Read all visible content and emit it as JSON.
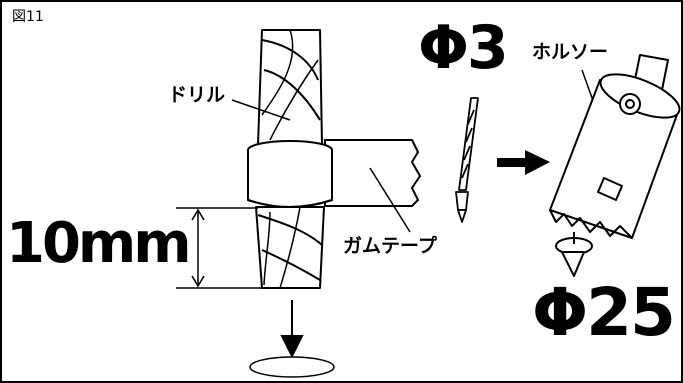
{
  "figure_label": "図11",
  "labels": {
    "drill": "ドリル",
    "tape": "ガムテープ",
    "hole_saw": "ホルソー",
    "small_diameter": "Φ3",
    "large_diameter": "Φ25",
    "depth": "10mm"
  }
}
